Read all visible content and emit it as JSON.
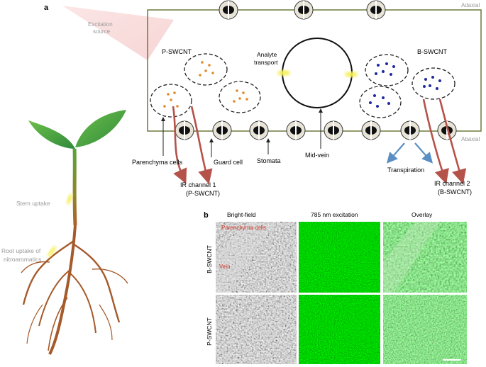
{
  "panel_a": {
    "letter": "a",
    "labels": {
      "excitation_source": [
        "Excitation",
        "source"
      ],
      "adaxial": "Adaxial",
      "abaxial": "Abaxial",
      "p_swcnt": "P-SWCNT",
      "b_swcnt": "B-SWCNT",
      "analyte_transport": [
        "Analyte",
        "transport"
      ],
      "parenchyma_cells": "Parenchyma cells",
      "guard_cell": "Guard cell",
      "stomata": "Stomata",
      "mid_vein": "Mid-vein",
      "transpiration": "Transpiration",
      "ir_channel_1": [
        "IR channel 1",
        "(P-SWCNT)"
      ],
      "ir_channel_2": [
        "IR channel 2",
        "(B-SWCNT)"
      ],
      "stem_uptake": "Stem uptake",
      "root_uptake": [
        "Root uptake of",
        "nitroaromatics"
      ]
    },
    "colors": {
      "leaf_outline": "#6b7a3a",
      "p_swcnt_dots": "#e08a2c",
      "b_swcnt_dots": "#1f2a9c",
      "ir_arrow": "#b5524a",
      "transpiration_arrow": "#5b8fc4",
      "analyte_glow": "#f5f05a",
      "excitation_beam": "#f3c9c9"
    }
  },
  "panel_b": {
    "letter": "b",
    "column_headers": [
      "Bright-field",
      "785 nm excitation",
      "Overlay"
    ],
    "row_labels": [
      "B-SWCNT",
      "P-SWCNT"
    ],
    "annotations": {
      "parenchyma": "Parenchyma cells",
      "vein": "Vein"
    },
    "colors": {
      "fluorescence": "#2faa2f",
      "annotation": "#d23a2a"
    }
  }
}
